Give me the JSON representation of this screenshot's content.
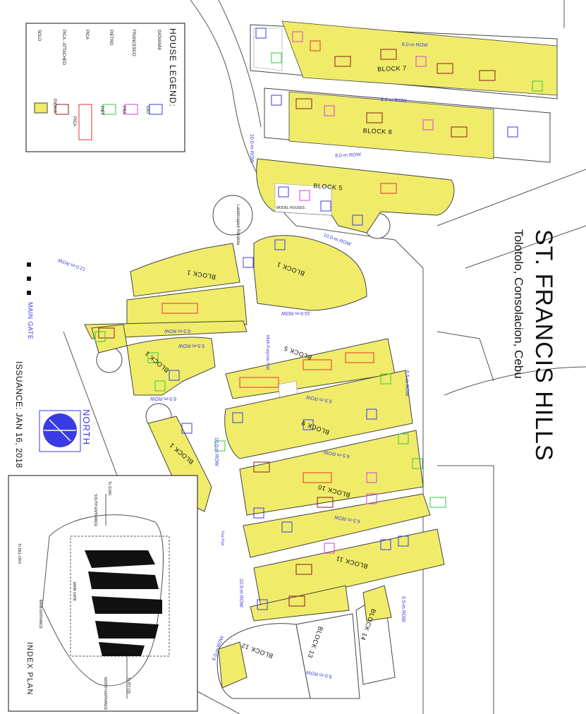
{
  "title": "ST. FRANCIS HILLS",
  "location": "Tolotolo, Consolacion, Cebu",
  "issuance": "ISSUANCE: JAN 16, 2018",
  "north_label": "NORTH",
  "main_gate": "MAIN GATE",
  "index_plan": {
    "title": "INDEX PLAN",
    "labels": [
      "To GUIEI",
      "SOUTH ENTRANCE",
      "To DEL-ORO",
      "MAIN ENTRANCE",
      "MAIN GATE",
      "NORTH ENTRANCE",
      "To PIT-OS"
    ]
  },
  "legend": {
    "title": "HOUSE LEGEND:",
    "items": [
      {
        "name": "GIOVANNI",
        "code": "GIO",
        "color": "#3b3be6"
      },
      {
        "name": "FRANCESCO",
        "code": "FRA",
        "color": "#d63fd6"
      },
      {
        "name": "PIETRO",
        "code": "PIET",
        "color": "#2ecc40"
      },
      {
        "name": "PICA",
        "code": "PICA",
        "color": "#e83030"
      },
      {
        "name": "PICA - ATTACHED",
        "code": "PICA-A",
        "color": "#8b1a1a"
      },
      {
        "name": "SOLD",
        "code": "",
        "color": "#f0ec6a"
      }
    ]
  },
  "roads": [
    "8.0-m ROW",
    "8.0-m ROW",
    "8.0-m ROW",
    "10.0-m ROW",
    "10.0-m ROW",
    "12.0-m ROW",
    "10.0-m ROW",
    "6.5-m ROW",
    "6.5-m ROW",
    "10.0-m ROW",
    "6.5-m ROW",
    "6.5-m ROW",
    "6.5-m ROW",
    "6.5-m ROW",
    "6.5-m ROW",
    "10.0-m ROW",
    "6.5-m ROW",
    "8.0-m ROW",
    "8.0-m ROW"
  ],
  "blocks": [
    "BLOCK 7",
    "BLOCK 8",
    "BLOCK 5",
    "BLOCK 1",
    "BLOCK 1",
    "BLOCK 5",
    "BLOCK 1",
    "BLOCK 9",
    "BLOCK 1",
    "BLOCK 10",
    "BLOCK 11",
    "BLOCK 12",
    "BLOCK 13",
    "BLOCK 14"
  ],
  "features": {
    "rotunda": "Landscaped Rotunda",
    "hall": "Multi-Purpose Hall",
    "model_houses": "MODEL HOUSES",
    "tree_park": "Tree Park"
  },
  "colors": {
    "sold": "#f0ec6a",
    "road_text": "#3b3be6",
    "lot_line": "#9a9a9a"
  }
}
